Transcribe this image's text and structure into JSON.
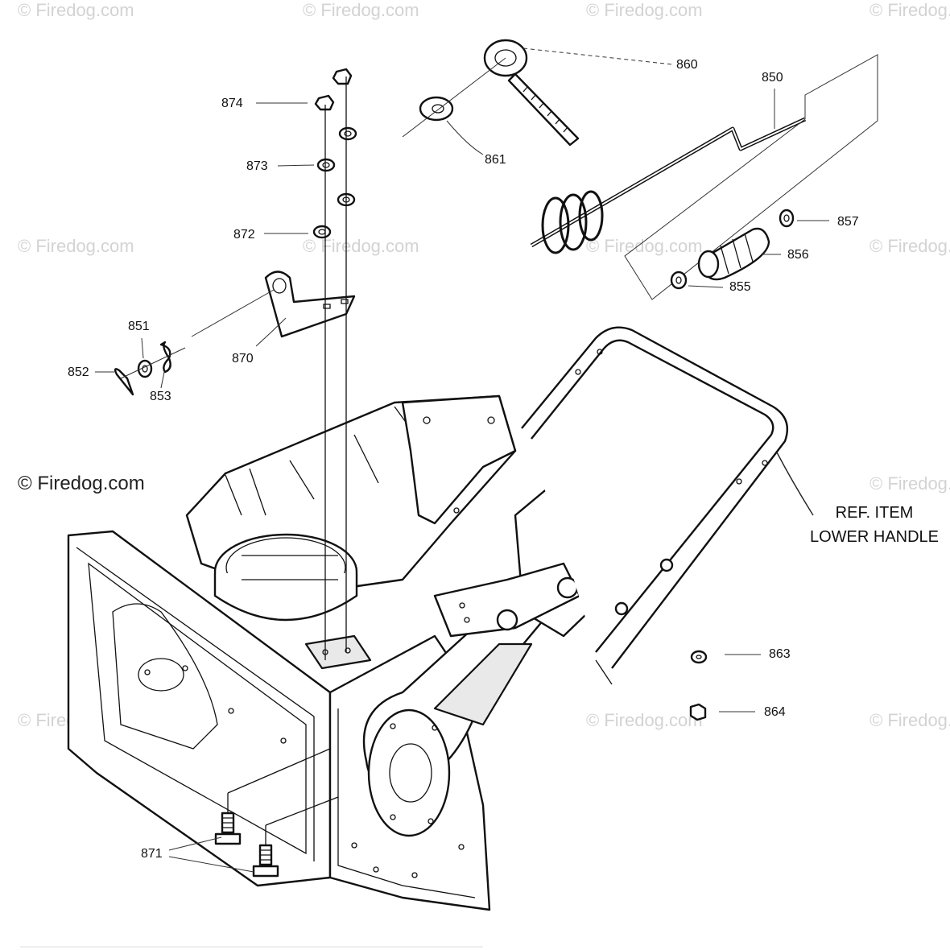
{
  "watermark": {
    "main": "© Firedog.com",
    "tile": "© Firedog.com"
  },
  "callouts": {
    "c860": "860",
    "c861": "861",
    "c850": "850",
    "c874": "874",
    "c873": "873",
    "c872": "872",
    "c870": "870",
    "c851": "851",
    "c852": "852",
    "c853": "853",
    "c857": "857",
    "c856": "856",
    "c855": "855",
    "c863": "863",
    "c864": "864",
    "c871": "871"
  },
  "ref_item": {
    "line1": "REF. ITEM",
    "line2": "LOWER HANDLE"
  }
}
